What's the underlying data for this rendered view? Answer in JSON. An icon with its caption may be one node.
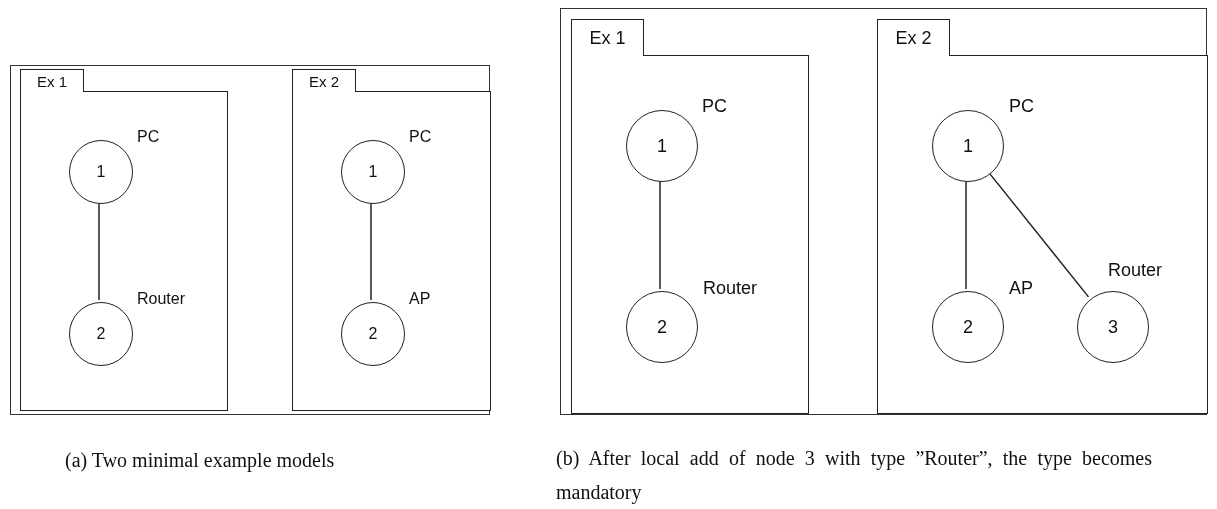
{
  "diagram": {
    "nodes": [
      {
        "text": [],
        "shape": "box",
        "beside": [
          "(a) Two minimal example models"
        ]
      },
      {
        "text": [
          "Ex 1"
        ],
        "in": 0
      },
      {
        "text": [
          "1"
        ],
        "in": 1,
        "beside": [
          "PC"
        ]
      },
      {
        "text": [
          "2"
        ],
        "in": 1,
        "beside": [
          "Router"
        ]
      },
      {
        "text": [
          "Ex 2"
        ],
        "in": 0
      },
      {
        "text": [
          "1"
        ],
        "in": 4,
        "beside": [
          "PC"
        ]
      },
      {
        "text": [
          "2"
        ],
        "in": 4,
        "beside": [
          "AP"
        ]
      },
      {
        "text": [],
        "shape": "box",
        "beside": [
          "(b) After local add of node 3 with type ”Router”, the type becomes mandatory"
        ]
      },
      {
        "text": [
          "Ex 1"
        ],
        "in": 7
      },
      {
        "text": [
          "1"
        ],
        "in": 8,
        "beside": [
          "PC"
        ]
      },
      {
        "text": [
          "2"
        ],
        "in": 8,
        "beside": [
          "Router"
        ]
      },
      {
        "text": [
          "Ex 2"
        ],
        "in": 7
      },
      {
        "text": [
          "1"
        ],
        "in": 11,
        "beside": [
          "PC"
        ]
      },
      {
        "text": [
          "2"
        ],
        "in": 11,
        "beside": [
          "AP"
        ]
      },
      {
        "text": [
          "3"
        ],
        "in": 11,
        "beside": [
          "Router"
        ]
      }
    ],
    "edges": [
      {
        "from": 2,
        "to": 3,
        "arrow": "none"
      },
      {
        "from": 5,
        "to": 6,
        "arrow": "none"
      },
      {
        "from": 9,
        "to": 10,
        "arrow": "none"
      },
      {
        "from": 12,
        "to": 13,
        "arrow": "none"
      },
      {
        "from": 12,
        "to": 14,
        "arrow": "none"
      }
    ]
  }
}
